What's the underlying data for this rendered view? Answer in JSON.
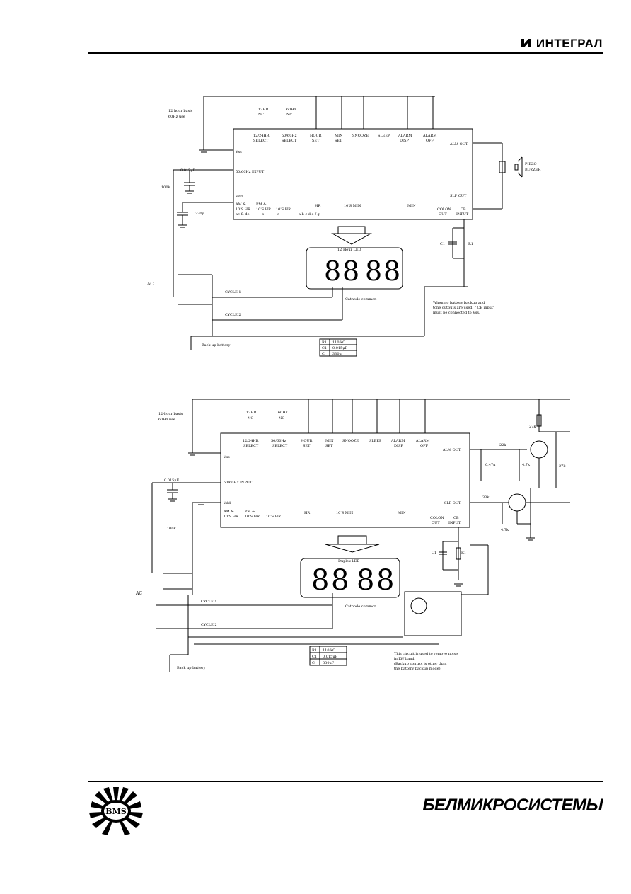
{
  "header": {
    "brand": "ИНТЕГРАЛ"
  },
  "footer": {
    "logo_text": "BMS",
    "brand": "БЕЛМИКРОСИСТЕМЫ"
  },
  "diagram1": {
    "note_top_left": [
      "12 hour basis",
      "60Hz use"
    ],
    "nc_labels": [
      "12HR",
      "NC",
      "60Hz",
      "NC"
    ],
    "pins_top": [
      [
        "12/24HR",
        "SELECT"
      ],
      [
        "50/60Hz",
        "SELECT"
      ],
      [
        "HOUR",
        "SET"
      ],
      [
        "MIN",
        "SET"
      ],
      [
        "SNOOZE"
      ],
      [
        "SLEEP"
      ],
      [
        "ALARM",
        "DISP"
      ],
      [
        "ALARM",
        "OFF"
      ]
    ],
    "pin_vss": "Vss",
    "pin_hz_input": "50/60Hz INPUT",
    "pin_vdd": "Vdd",
    "pin_alm_out": "ALM OUT",
    "pin_slp_out": "SLP OUT",
    "bottom_pins": [
      "AM &",
      "10'S HR",
      "PM &",
      "10'S HR",
      "10'S HR",
      "HR",
      "10'S MIN",
      "MIN",
      "COLON",
      "OUT",
      "CB",
      "INPUT"
    ],
    "bottom_pin_sub": [
      "ac & de",
      "b",
      "c",
      "a b c d e f g"
    ],
    "cap_small": "0.015μF",
    "res_100k": "100k",
    "cap_330": "330μ",
    "ac_label": "AC",
    "cycle1": "CYCLE 1",
    "cycle2": "CYCLE 2",
    "led_label": "12 Hour LED",
    "cathode": "Cathode common",
    "battery": "Back up battery",
    "piezo": [
      "PIEZO",
      "BUZZER"
    ],
    "c1": "C1",
    "r1": "R1",
    "note_right": [
      "When no battery backup and",
      "tone outputs are used, \" CB input\"",
      "must be connected to Vss."
    ],
    "table": [
      [
        "R1",
        "110 kΩ"
      ],
      [
        "C1",
        "0.015μF"
      ],
      [
        "C",
        "330μ"
      ]
    ]
  },
  "diagram2": {
    "note_top_left": [
      "12-hour basis",
      "60Hz use"
    ],
    "nc_labels": [
      "12HR",
      "NC",
      "60Hz",
      "NC"
    ],
    "pins_top": [
      [
        "12/24HR",
        "SELECT"
      ],
      [
        "50/60Hz",
        "SELECT"
      ],
      [
        "HOUR",
        "SET"
      ],
      [
        "MIN",
        "SET"
      ],
      [
        "SNOOZE"
      ],
      [
        "SLEEP"
      ],
      [
        "ALARM",
        "DISP"
      ],
      [
        "ALARM",
        "OFF"
      ]
    ],
    "pin_vss": "Vss",
    "pin_hz_input": "50/60Hz INPUT",
    "pin_vdd": "Vdd",
    "pin_alm_out": "ALM OUT",
    "pin_slp_out": "SLP OUT",
    "bottom_pins": [
      "AM &",
      "10'S HR",
      "PM &",
      "10'S HR",
      "10'S HR",
      "HR",
      "10'S MIN",
      "MIN",
      "COLON",
      "OUT",
      "CB",
      "INPUT"
    ],
    "cap_small": "0.015μF",
    "res_100k": "100k",
    "ac_label": "AC",
    "cycle1": "CYCLE 1",
    "cycle2": "CYCLE 2",
    "led_label": "Duplex LED",
    "cathode": "Cathode common",
    "battery": "Back up battery",
    "r_27k_top": "27k",
    "r_22k": "22k",
    "cap_047": "0.47μ",
    "r_47k_a": "4.7k",
    "r_27k_right": "27k",
    "r_33k": "33k",
    "r_47k_b": "4.7k",
    "c1": "C1",
    "r1": "R1",
    "note_right": [
      "This circuit is used to remove noise",
      "in LW band",
      "(Backup control is other than",
      "the battery backup mode)"
    ],
    "table": [
      [
        "R1",
        "110 kΩ"
      ],
      [
        "C1",
        "0.015μF"
      ],
      [
        "C",
        "330μF"
      ]
    ]
  }
}
